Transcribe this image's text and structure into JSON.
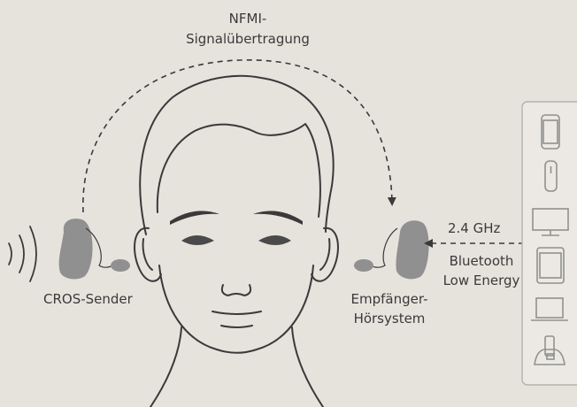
{
  "labels": {
    "nfmi_line1": "NFMI-",
    "nfmi_line2": "Signalübertragung",
    "cros_sender": "CROS-Sender",
    "receiver_line1": "Empfänger-",
    "receiver_line2": "Hörsystem",
    "frequency": "2.4 GHz",
    "bluetooth_line1": "Bluetooth",
    "bluetooth_line2": "Low Energy"
  },
  "devices": [
    {
      "icon": "smartphone-icon"
    },
    {
      "icon": "remote-control-icon"
    },
    {
      "icon": "tv-monitor-icon"
    },
    {
      "icon": "tablet-icon"
    },
    {
      "icon": "laptop-icon"
    },
    {
      "icon": "desk-phone-icon"
    }
  ],
  "colors": {
    "background": "#e6e3dd",
    "line": "#3a3a3a",
    "device": "#909090",
    "panel": "#ece9e4"
  }
}
